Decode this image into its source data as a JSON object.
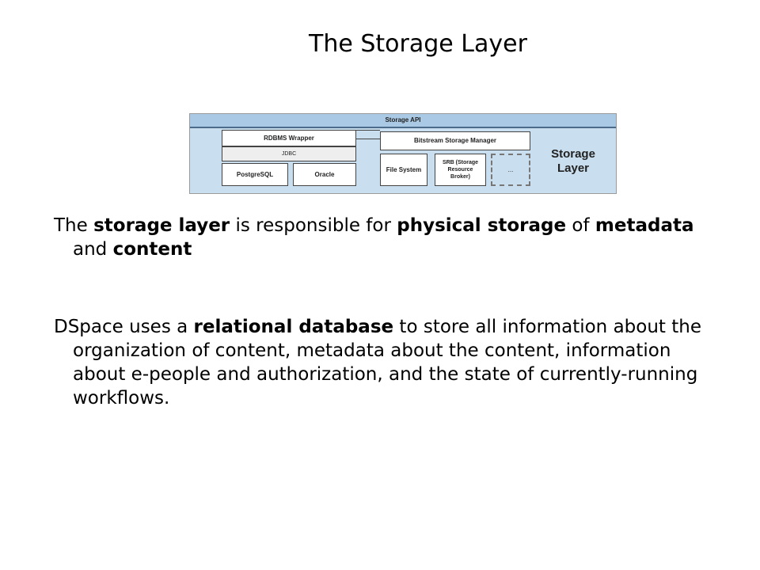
{
  "slide": {
    "title": "The Storage Layer"
  },
  "diagram": {
    "api_label": "Storage API",
    "rdbms_wrapper": "RDBMS Wrapper",
    "jdbc": "JDBC",
    "postgresql": "PostgreSQL",
    "oracle": "Oracle",
    "bitstream_manager": "Bitstream Storage Manager",
    "file_system": "File System",
    "srb": "SRB (Storage Resource Broker)",
    "ellipsis": "...",
    "layer_label": "Storage Layer"
  },
  "paragraph1": {
    "t1": "The ",
    "b1": "storage layer",
    "t2": " is responsible for ",
    "b2": "physical storage",
    "t3": " of ",
    "b3": "metadata",
    "t4": " and ",
    "b4": "content"
  },
  "paragraph2": {
    "t1": "DSpace uses a ",
    "b1": "relational database",
    "t2": " to store all information about the organization of content, metadata about the content, information about e-people and authorization, and the state of currently-running workflows."
  }
}
